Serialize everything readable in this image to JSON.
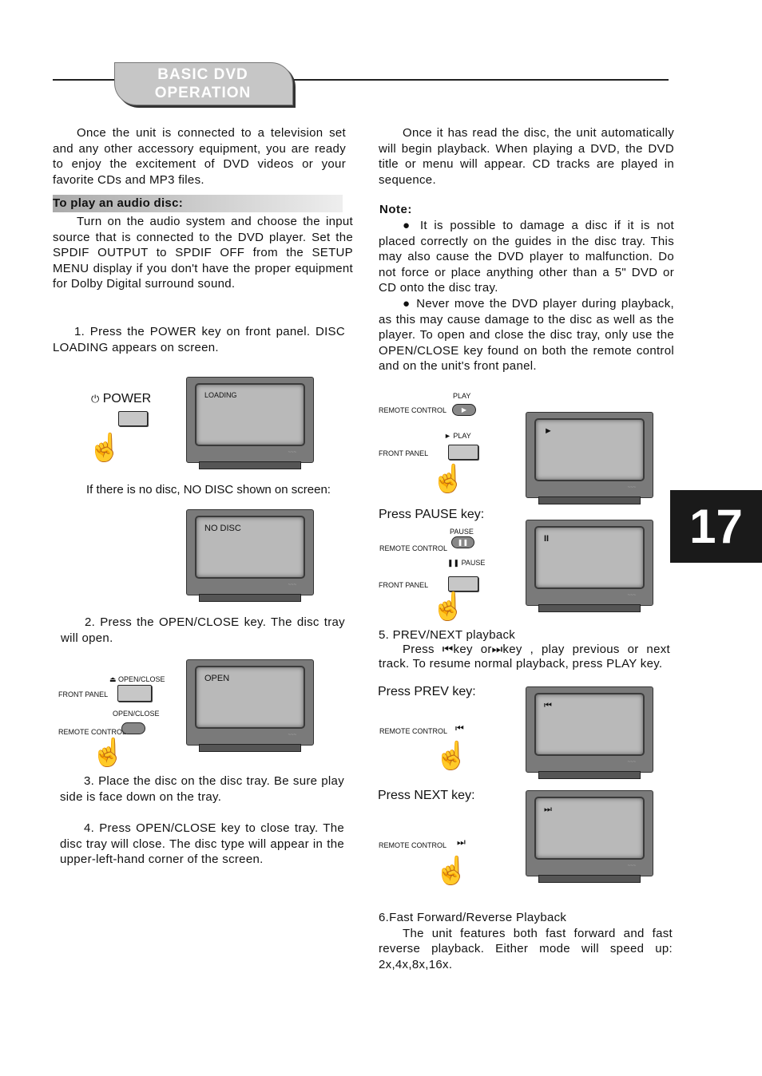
{
  "header": {
    "title_line1": "BASIC DVD",
    "title_line2": "OPERATION"
  },
  "left": {
    "intro": "Once the unit is connected to a television set and any other accessory equipment, you are ready to enjoy the excitement of DVD videos or your favorite CDs and MP3 files.",
    "audio_heading": "To play an audio disc:",
    "audio_text": "Turn on the audio system and choose the input source that is connected to the DVD player. Set the SPDIF OUTPUT to SPDIF OFF from the SETUP MENU display if you don't have the proper equipment for Dolby Digital surround sound.",
    "step1": "1. Press the POWER key on front panel. DISC LOADING appears on screen.",
    "power_label": "POWER",
    "power_symbol": "⏻",
    "tv1_text": "LOADING",
    "no_disc_text": "If there is no disc, NO DISC shown on screen:",
    "tv2_text": "NO DISC",
    "step2": "2. Press the OPEN/CLOSE key. The disc tray will open.",
    "openclose_label_front": "OPEN/CLOSE",
    "front_panel": "FRONT PANEL",
    "openclose_label_remote": "OPEN/CLOSE",
    "remote_control": "REMOTE CONTROL",
    "tv3_text": "OPEN",
    "step3": "3. Place the disc on the disc tray. Be sure play side is face down on the tray.",
    "step4": "4. Press OPEN/CLOSE key to close tray. The disc tray will close. The disc type will appear in the upper-left-hand corner of the screen."
  },
  "right": {
    "intro": "Once it has read the disc, the unit automatically will begin playback. When playing a DVD, the DVD title or menu will appear. CD tracks are played in sequence.",
    "note_heading": "Note:",
    "note1": "It is possible to damage a disc if it is not placed correctly on the guides in the disc tray. This may also cause the DVD player to malfunction. Do not force or place anything other than a 5\" DVD or CD onto the disc tray.",
    "note2": "Never move the DVD player during playback, as this may cause damage to the disc as well as the player. To open and close the disc tray, only use the OPEN/CLOSE key found on both the remote control and on the unit's front panel.",
    "play_label": "PLAY",
    "remote_control_1": "REMOTE CONTROL",
    "front_play_label": "► PLAY",
    "front_panel_1": "FRONT PANEL",
    "tv_play_symbol": "►",
    "press_pause": "Press PAUSE key:",
    "pause_label": "PAUSE",
    "remote_control_2": "REMOTE CONTROL",
    "front_pause_label": "❚❚ PAUSE",
    "front_panel_2": "FRONT PANEL",
    "tv_pause_symbol": "II",
    "step5_title": "5. PREV/NEXT playback",
    "step5_text": "Press ⏮key or⏭key , play previous or next track. To resume normal playback, press PLAY key.",
    "press_prev": "Press PREV key:",
    "remote_control_3": "REMOTE CONTROL",
    "prev_symbol": "⏮",
    "tv_prev_symbol": "⏮",
    "press_next": "Press NEXT key:",
    "remote_control_4": "REMOTE CONTROL",
    "next_symbol": "⏭",
    "tv_next_symbol": "⏭",
    "step6_title": "6.Fast Forward/Reverse Playback",
    "step6_text": "The unit features both fast forward and fast reverse playback. Either mode will speed up: 2x,4x,8x,16x."
  },
  "page_number": "17",
  "tv_logo": "~~~"
}
